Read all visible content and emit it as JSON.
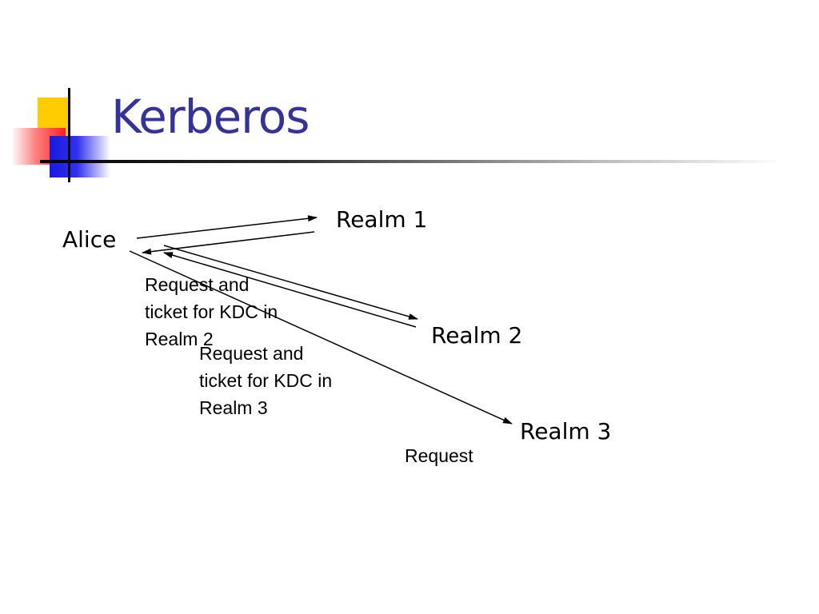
{
  "slide": {
    "title": "Kerberos"
  },
  "nodes": {
    "alice": "Alice",
    "realm1": "Realm 1",
    "realm2": "Realm 2",
    "realm3": "Realm 3"
  },
  "labels": {
    "realm2_request": [
      "Request and",
      "ticket for KDC in",
      "Realm 2"
    ],
    "realm3_request": [
      "Request and",
      "ticket for KDC in",
      "Realm 3"
    ],
    "final_request": "Request"
  },
  "colors": {
    "title": "#333399",
    "accent_yellow": "#ffcc00",
    "accent_red": "#ff2020",
    "accent_blue": "#1a1ae0"
  }
}
